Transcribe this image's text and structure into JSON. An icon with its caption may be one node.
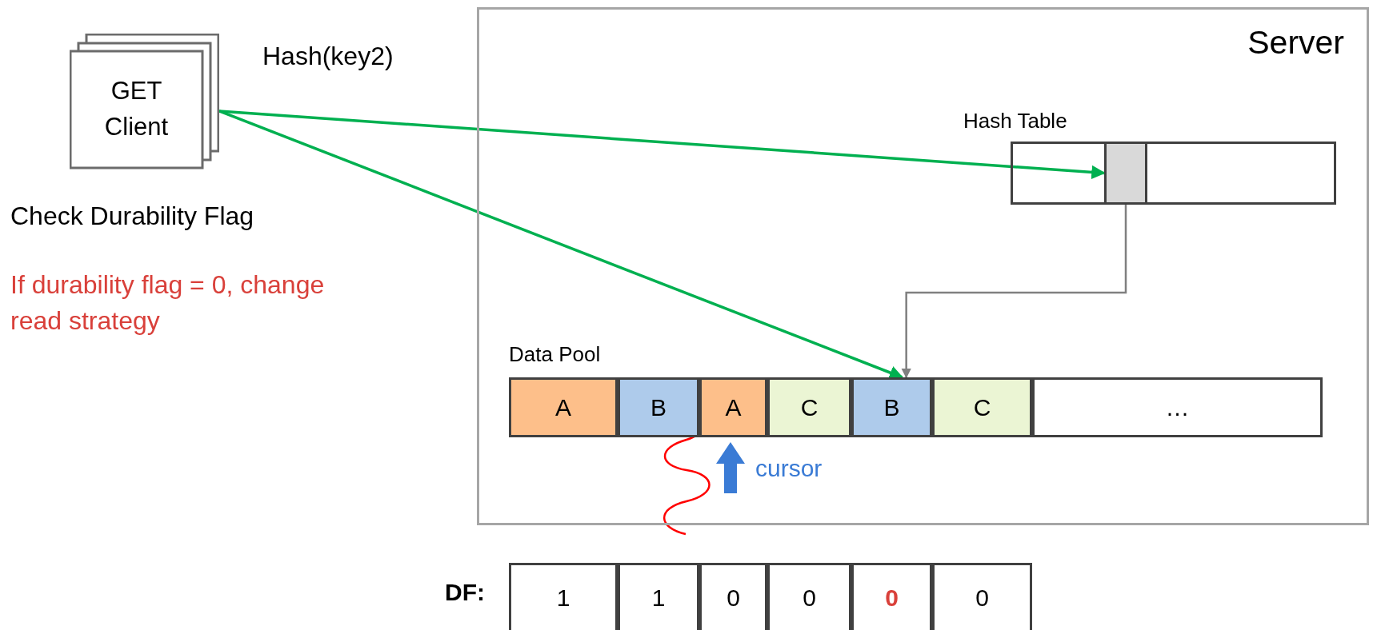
{
  "diagram": {
    "nodes": [
      {
        "text": [
          "GET Client"
        ]
      },
      {
        "text": [
          "Server"
        ]
      },
      {
        "text": [
          "Hash Table"
        ],
        "in": 1
      },
      {
        "text": [],
        "shape": "box",
        "in": 2
      },
      {
        "text": [
          "Data Pool"
        ],
        "in": 1
      },
      {
        "text": [
          "A"
        ],
        "in": 4
      },
      {
        "text": [
          "B"
        ],
        "in": 4
      },
      {
        "text": [
          "A"
        ],
        "in": 4
      },
      {
        "text": [
          "C"
        ],
        "in": 4
      },
      {
        "text": [
          "B"
        ],
        "in": 4
      },
      {
        "text": [
          "C"
        ],
        "in": 4
      },
      {
        "text": [
          "…"
        ],
        "in": 4
      },
      {
        "text": [
          "1"
        ]
      },
      {
        "text": [
          "1"
        ]
      },
      {
        "text": [
          "0"
        ]
      },
      {
        "text": [
          "0"
        ]
      },
      {
        "text": [
          "0"
        ]
      },
      {
        "text": [
          "0"
        ]
      }
    ],
    "edges": [
      {
        "from": 0,
        "to": 3,
        "arrow": "to"
      },
      {
        "from": 0,
        "to": 9,
        "arrow": "to"
      },
      {
        "from": 3,
        "to": 9,
        "arrow": "to",
        "color": "#808080"
      }
    ],
    "labels": [
      "Hash(key2)",
      "Check Durability Flag",
      "If durability flag = 0, change read strategy",
      "cursor",
      "DF:"
    ]
  }
}
